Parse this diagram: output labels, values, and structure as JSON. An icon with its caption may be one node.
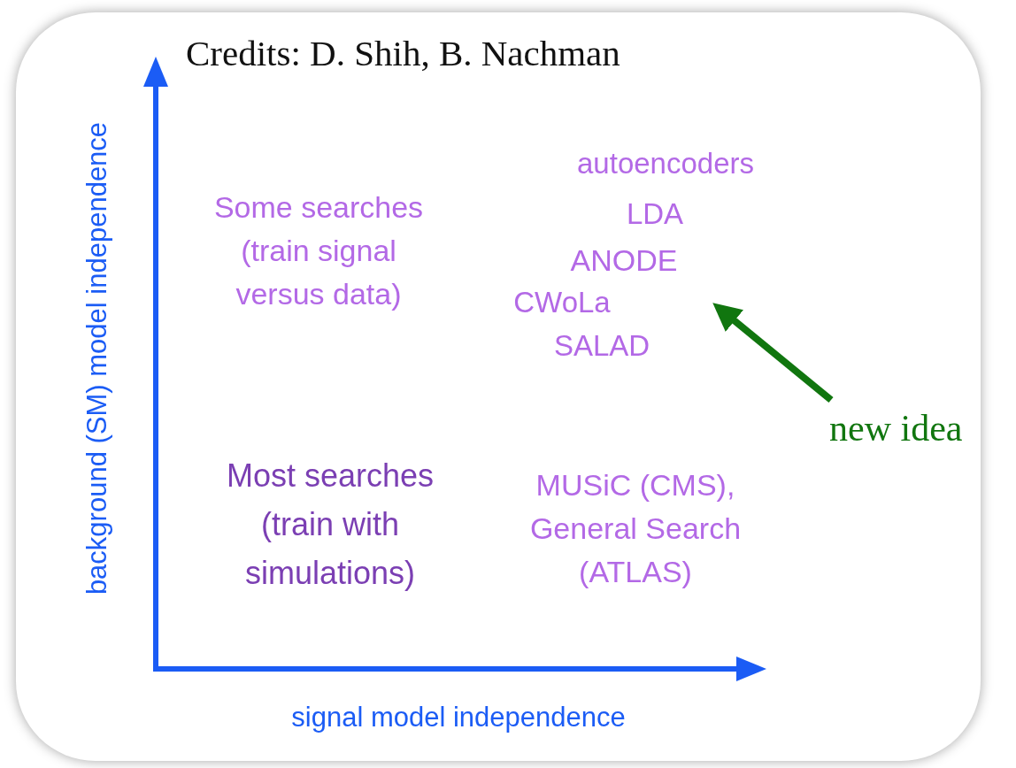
{
  "diagram": {
    "title": "Credits: D. Shih, B. Nachman",
    "nodes": [
      {
        "text": [
          "ANODE"
        ]
      },
      {
        "text": [
          "new idea"
        ]
      }
    ],
    "edges": [
      {
        "from": 1,
        "to": 0,
        "arrow": "to",
        "color": "#11760f"
      }
    ],
    "labels": [
      "background (SM) model independence",
      "autoencoders",
      "Some searches (train signal versus data)",
      "LDA",
      "CWoLa",
      "SALAD",
      "Most searches (train with simulations)",
      "MUSiC (CMS), General Search (ATLAS)",
      "signal model independence"
    ]
  }
}
